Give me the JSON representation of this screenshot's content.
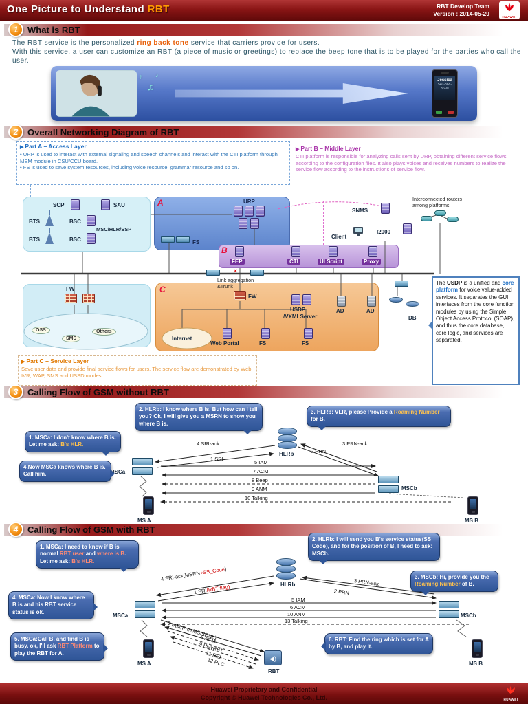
{
  "palette": {
    "huawei_red": "#8a1515",
    "accent_orange": "#ff9900",
    "bubble_blue": "#2f5597",
    "part_a_blue": "#1f6fc4",
    "part_b_purple": "#a832a8",
    "part_c_orange": "#e07800"
  },
  "header": {
    "title": "One Picture to Understand ",
    "title_accent": "RBT",
    "team": "RBT Develop Team",
    "version": "Version :  2014-05-29",
    "brand": "HUAWEI"
  },
  "sections": {
    "s1": {
      "num": "1",
      "title": "What is RBT"
    },
    "s2": {
      "num": "2",
      "title": "Overall Networking Diagram of RBT"
    },
    "s3": {
      "num": "3",
      "title": "Calling Flow of GSM without RBT"
    },
    "s4": {
      "num": "4",
      "title": "Calling Flow of GSM with RBT"
    }
  },
  "intro": {
    "p1a": "The RBT service is the personalized ",
    "p1b": "ring back tone",
    "p1c": " service that carriers provide for users.",
    "p2": "With this service, a user can customize an RBT (a piece of music or greetings) to replace the beep tone that is to be played for the parties who call the user.",
    "phone_name": "Jessica",
    "phone_number": "540-368-5690"
  },
  "parts": {
    "a_title": "Part A – Access Layer",
    "a_b1": "• URP is used to interact with external signaling and speech channels and interact with the CTI platform through MEM module in CSU/CCU board.",
    "a_b2": "• FS is used to save system resources, including voice resource, grammar resource and so on.",
    "b_title": "Part B – Middle Layer",
    "b_text": "CTI platform is responsible for analyzing calls sent by URP, obtaining different service flows according to the configuration files. It also plays voices and receives numbers to realize the service flow according to the instructions of service flow.",
    "c_title": "Part C – Service Layer",
    "c_text": "Save user data and provide final service flows for users. The service flow are demonstrated by Web, IVR, WAP, SMS and USSD modes."
  },
  "usdp_note": {
    "t1": "The ",
    "b1": "USDP",
    "t2": " is a unified and ",
    "b2": "core platform",
    "t3": " for voice value-added services. It separates the GUI interfaces from the core function modules by using the Simple Object Access Protocol (SOAP), and thus the core database, core logic, and services are separated."
  },
  "net": {
    "scp": "SCP",
    "sau": "SAU",
    "bts1": "BTS",
    "bsc1": "BSC",
    "bts2": "BTS",
    "bsc2": "BSC",
    "msc": "MSC/HLR/SSP",
    "fs_a": "FS",
    "urp": "URP",
    "tag_a": "A",
    "tag_b": "B",
    "tag_c": "C",
    "snms": "SNMS",
    "client": "Client",
    "i2000": "I2000",
    "routers": "Interconnected routers among platforms",
    "fep": "FEP",
    "cti": "CTI",
    "ui_script": "UI Script",
    "proxy": "Proxy",
    "link_agg": "Link aggregation &Trunk",
    "fw1": "FW",
    "fw2": "FW",
    "oss": "OSS",
    "sms": "SMS",
    "others": "Others",
    "internet": "Internet",
    "web_portal": "Web Portal",
    "fs_c1": "FS",
    "fs_c2": "FS",
    "usdp_l1": "USDP",
    "usdp_l2": "/VXMLServer",
    "ad1": "AD",
    "ad2": "AD",
    "db": "DB"
  },
  "flow3": {
    "b1a": "1. MSCa: I don't know where B is. Let me ask: ",
    "b1b": "B's HLR.",
    "b2": "2. HLRb: I know where B is. But how can I tell you? Ok, I will give you a MSRN to show you where B is.",
    "b3a": "3. HLRb: VLR, please Provide a ",
    "b3b": "Roaming Number",
    "b3c": " for B.",
    "b4": "4.Now MSCa knows where B is. Call him.",
    "msca": "MSCa",
    "hlrb": "HLRb",
    "mscb": "MSCb",
    "msa": "MS A",
    "msb": "MS B",
    "m1": "4 SRI-ack",
    "m2": "1 SRI",
    "m3": "2 PRN",
    "m4": "3 PRN-ack",
    "m5": "5 IAM",
    "m6": "7 ACM",
    "m7": "8 Beep",
    "m8": "9 ANM",
    "m9": "10 Talking"
  },
  "flow4": {
    "b1a": "1. MSCa: I need to know if B is normal ",
    "b1b": "RBT user",
    "b1c": " and ",
    "b1d": "where is B",
    "b1e": ". Let me ask: ",
    "b1f": "B's HLR.",
    "b2": "2. HLRb: I will send you B's service status(SS Code), and for the position of B, I need to ask: MSCb.",
    "b3a": "3. MSCb: Hi, provide you the ",
    "b3b": "Roaming Number",
    "b3c": " of B.",
    "b4": "4. MSCa: Now I know where B is and his RBT service status is ok.",
    "b5a": "5. MSCa:Call B, and find B is busy. ok, I'll ask ",
    "b5b": "RBT Platform",
    "b5c": " to play the RBT for A.",
    "b6": "6. RBT: Find the ring which is set for A by B, and play it.",
    "msca": "MSCa",
    "hlrb": "HLRb",
    "mscb": "MSCb",
    "msa": "MS A",
    "msb": "MS B",
    "rbt": "RBT",
    "m1a": "4 SRI-ack(MSRN",
    "m1b": "+SS_Code",
    "m1c": ")",
    "m2a": "1 SRI",
    "m2b": "(RBT flag)",
    "m3": "3 PRN-ack",
    "m4": "2 PRN",
    "m5": "5 IAM",
    "m6": "6 ACM",
    "m7": "10 ANM",
    "m8": "13 Talking",
    "m9": "7 IAM(Pre+MSISDNb)",
    "m10": "8 ACM",
    "m11": "9 PlayRBT",
    "m12": "11 REL",
    "m13": "12 RLC"
  },
  "footer": {
    "line1": "Huawei Proprietary and Confidential",
    "line2": "Copyright © Huawei Technologies Co., Ltd.",
    "brand": "HUAWEI"
  }
}
